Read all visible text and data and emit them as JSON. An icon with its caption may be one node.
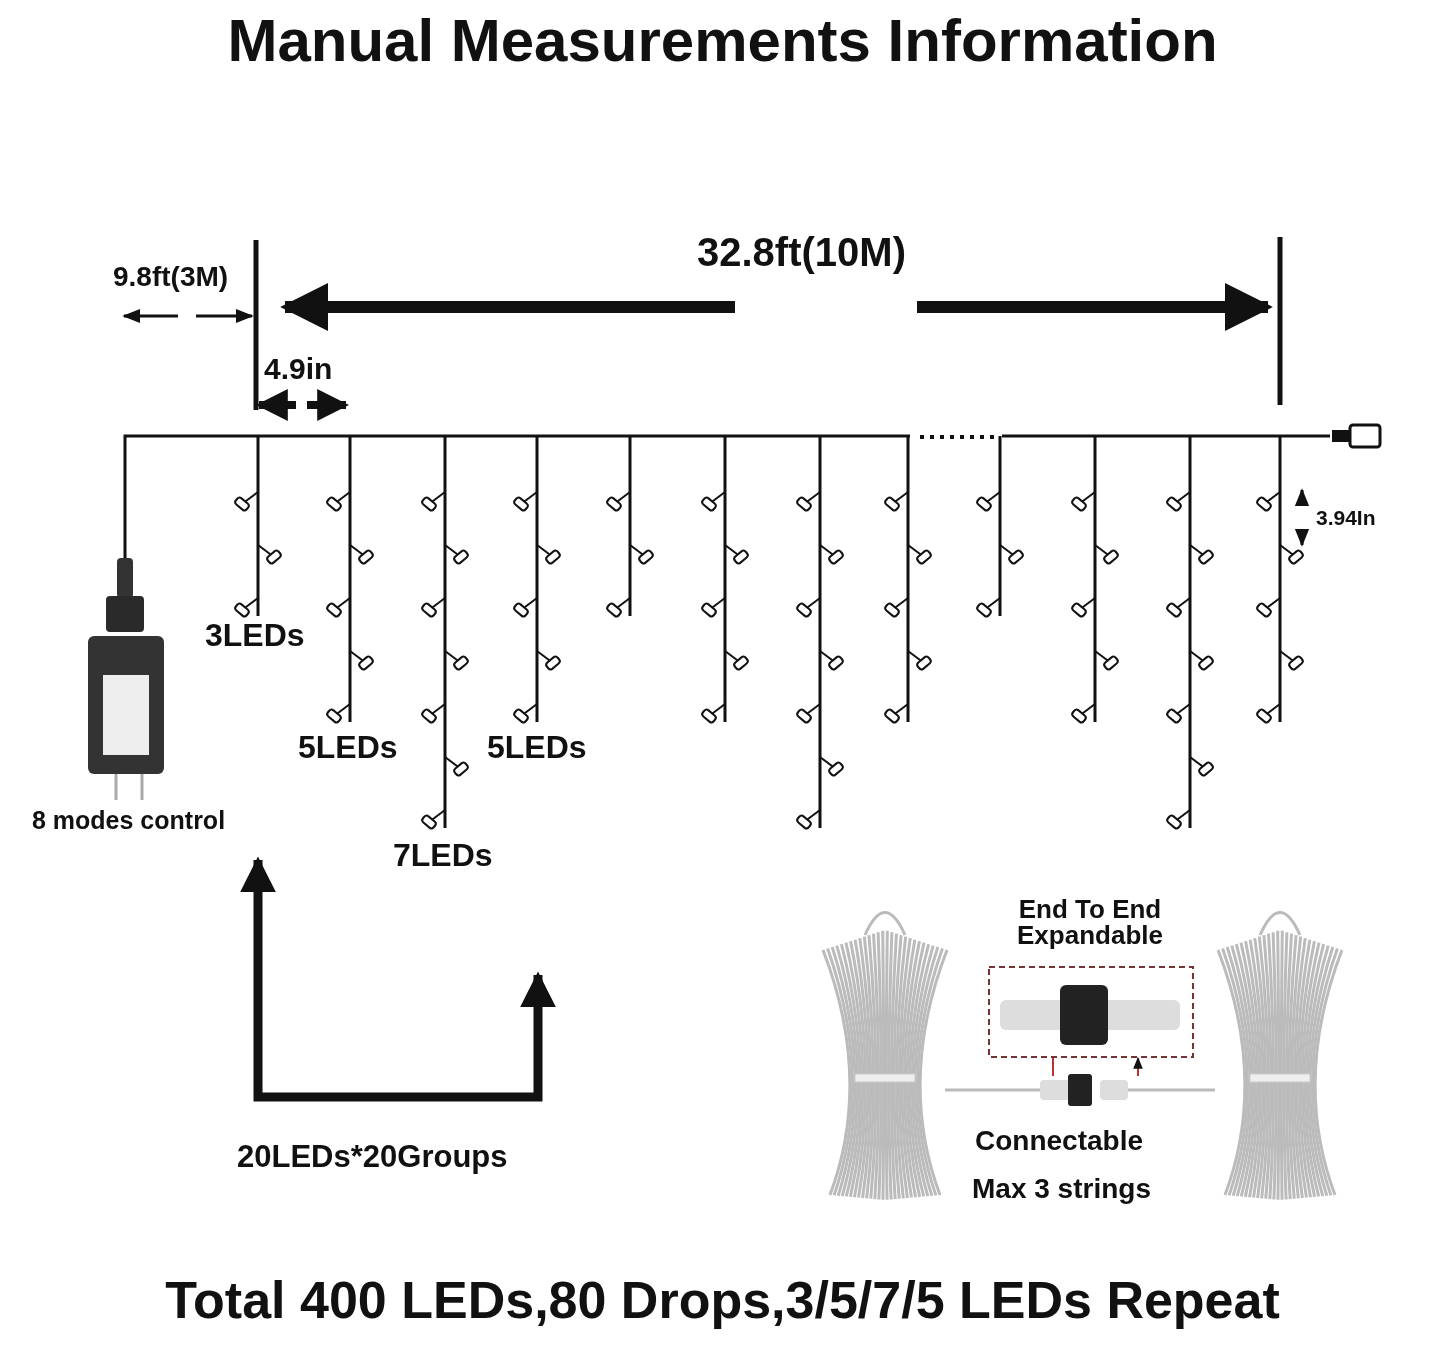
{
  "diagram": {
    "title": "Manual Measurements Information",
    "caption": "Total 400 LEDs,80 Drops,3/5/7/5 LEDs Repeat",
    "labels": [
      "32.8ft(10M)",
      "9.8ft(3M)",
      "4.9in",
      "3.94In",
      "3LEDs",
      "5LEDs",
      "5LEDs",
      "8 modes control",
      "7LEDs",
      "End To End Expandable",
      "20LEDs*20Groups",
      "Connectable",
      "Max 3 strings"
    ]
  }
}
